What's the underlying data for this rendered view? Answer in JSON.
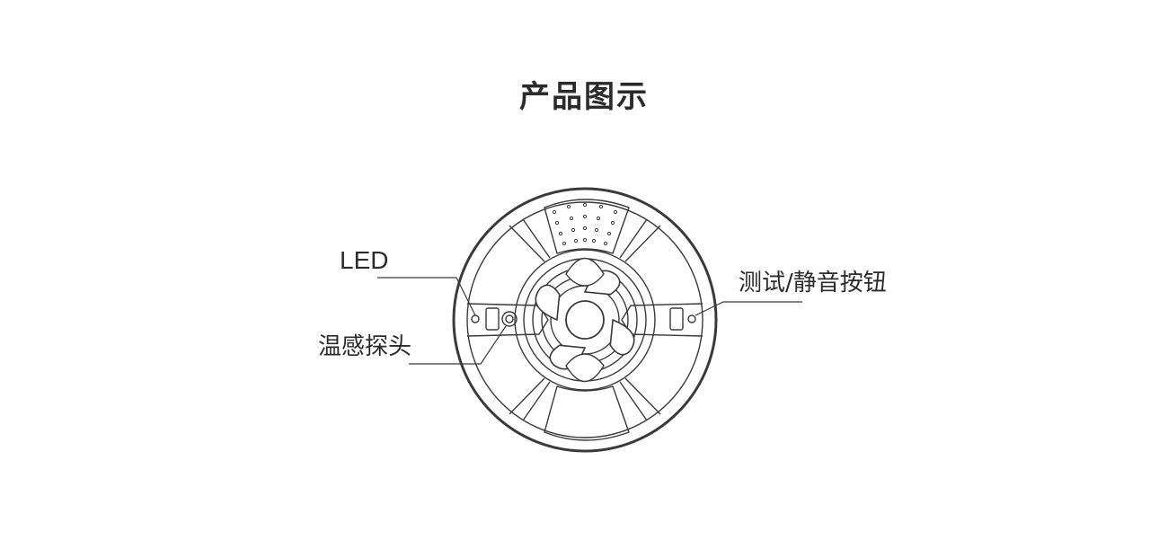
{
  "page": {
    "title": "产品图示"
  },
  "diagram": {
    "labels": {
      "led": "LED",
      "temp_probe": "温感探头",
      "test_mute_button": "测试/静音按钮"
    },
    "colors": {
      "stroke": "#3a3a3a",
      "text": "#2b2b2b",
      "background": "#ffffff"
    }
  }
}
